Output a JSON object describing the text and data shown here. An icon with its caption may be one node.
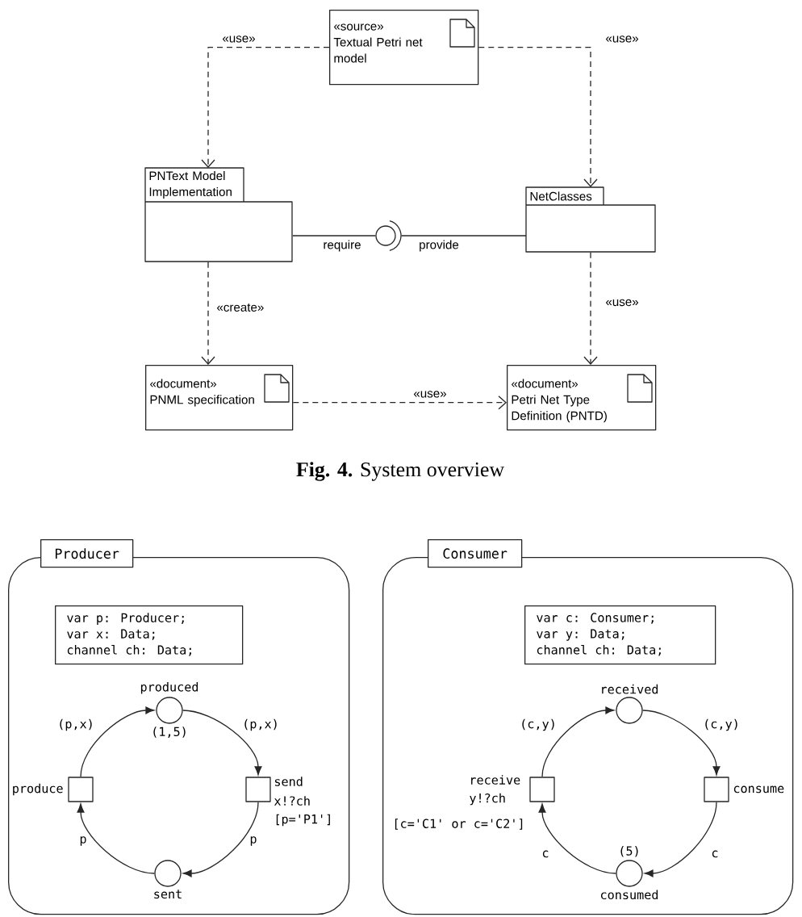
{
  "diagram": {
    "caption": "**Fig. 4.** System overview",
    "nodes": [
      {
        "text": [
          "«source»",
          "Textual Petri net model"
        ]
      },
      {
        "text": [
          "PNText Model Implementation"
        ]
      },
      {
        "text": [
          "NetClasses"
        ]
      },
      {
        "text": [],
        "shape": "circle"
      },
      {
        "text": [
          "«document»",
          "PNML specification"
        ]
      },
      {
        "text": [
          "«document»",
          "Petri Net Type Definition (PNTD)"
        ]
      },
      {
        "text": [
          "Producer"
        ]
      },
      {
        "text": [
          "var p: Producer;",
          "var x: Data;",
          "channel ch: Data;"
        ],
        "in": 6
      },
      {
        "text": [],
        "shape": "circle",
        "beside": [
          "produced",
          "(1,5)"
        ],
        "in": 6
      },
      {
        "text": [],
        "shape": "box",
        "beside": [
          "produce"
        ],
        "in": 6
      },
      {
        "text": [],
        "shape": "box",
        "beside": [
          "send",
          "x!?ch",
          "[p='P1']"
        ],
        "in": 6
      },
      {
        "text": [],
        "shape": "circle",
        "beside": [
          "sent"
        ],
        "in": 6
      },
      {
        "text": [
          "Consumer"
        ]
      },
      {
        "text": [
          "var c: Consumer;",
          "var y: Data;",
          "channel ch: Data;"
        ],
        "in": 12
      },
      {
        "text": [],
        "shape": "circle",
        "beside": [
          "received"
        ],
        "in": 12
      },
      {
        "text": [],
        "shape": "box",
        "beside": [
          "receive",
          "y!?ch",
          "[c='C1' or c='C2']"
        ],
        "in": 12
      },
      {
        "text": [],
        "shape": "box",
        "beside": [
          "consume"
        ],
        "in": 12
      },
      {
        "text": [],
        "shape": "circle",
        "beside": [
          "(5)",
          "consumed"
        ],
        "in": 12
      }
    ],
    "edges": [
      {
        "from": 0,
        "to": 1,
        "arrow": "to",
        "style": "dashed",
        "label": "«use»"
      },
      {
        "from": 0,
        "to": 2,
        "arrow": "to",
        "style": "dashed",
        "label": "«use»"
      },
      {
        "from": 1,
        "to": 3,
        "arrow": "none",
        "label": "require"
      },
      {
        "from": 2,
        "to": 3,
        "arrow": "none",
        "label": "provide"
      },
      {
        "from": 1,
        "to": 4,
        "arrow": "to",
        "style": "dashed",
        "label": "«create»"
      },
      {
        "from": 2,
        "to": 5,
        "arrow": "to",
        "style": "dashed",
        "label": "«use»"
      },
      {
        "from": 4,
        "to": 5,
        "arrow": "to",
        "style": "dashed",
        "label": "«use»"
      },
      {
        "from": 9,
        "to": 8,
        "arrow": "to",
        "label": "(p,x)"
      },
      {
        "from": 8,
        "to": 10,
        "arrow": "to",
        "label": "(p,x)"
      },
      {
        "from": 10,
        "to": 11,
        "arrow": "to",
        "label": "p"
      },
      {
        "from": 11,
        "to": 9,
        "arrow": "to",
        "label": "p"
      },
      {
        "from": 15,
        "to": 14,
        "arrow": "to",
        "label": "(c,y)"
      },
      {
        "from": 14,
        "to": 16,
        "arrow": "to",
        "label": "(c,y)"
      },
      {
        "from": 16,
        "to": 17,
        "arrow": "to",
        "label": "c"
      },
      {
        "from": 17,
        "to": 15,
        "arrow": "to",
        "label": "c"
      }
    ]
  }
}
